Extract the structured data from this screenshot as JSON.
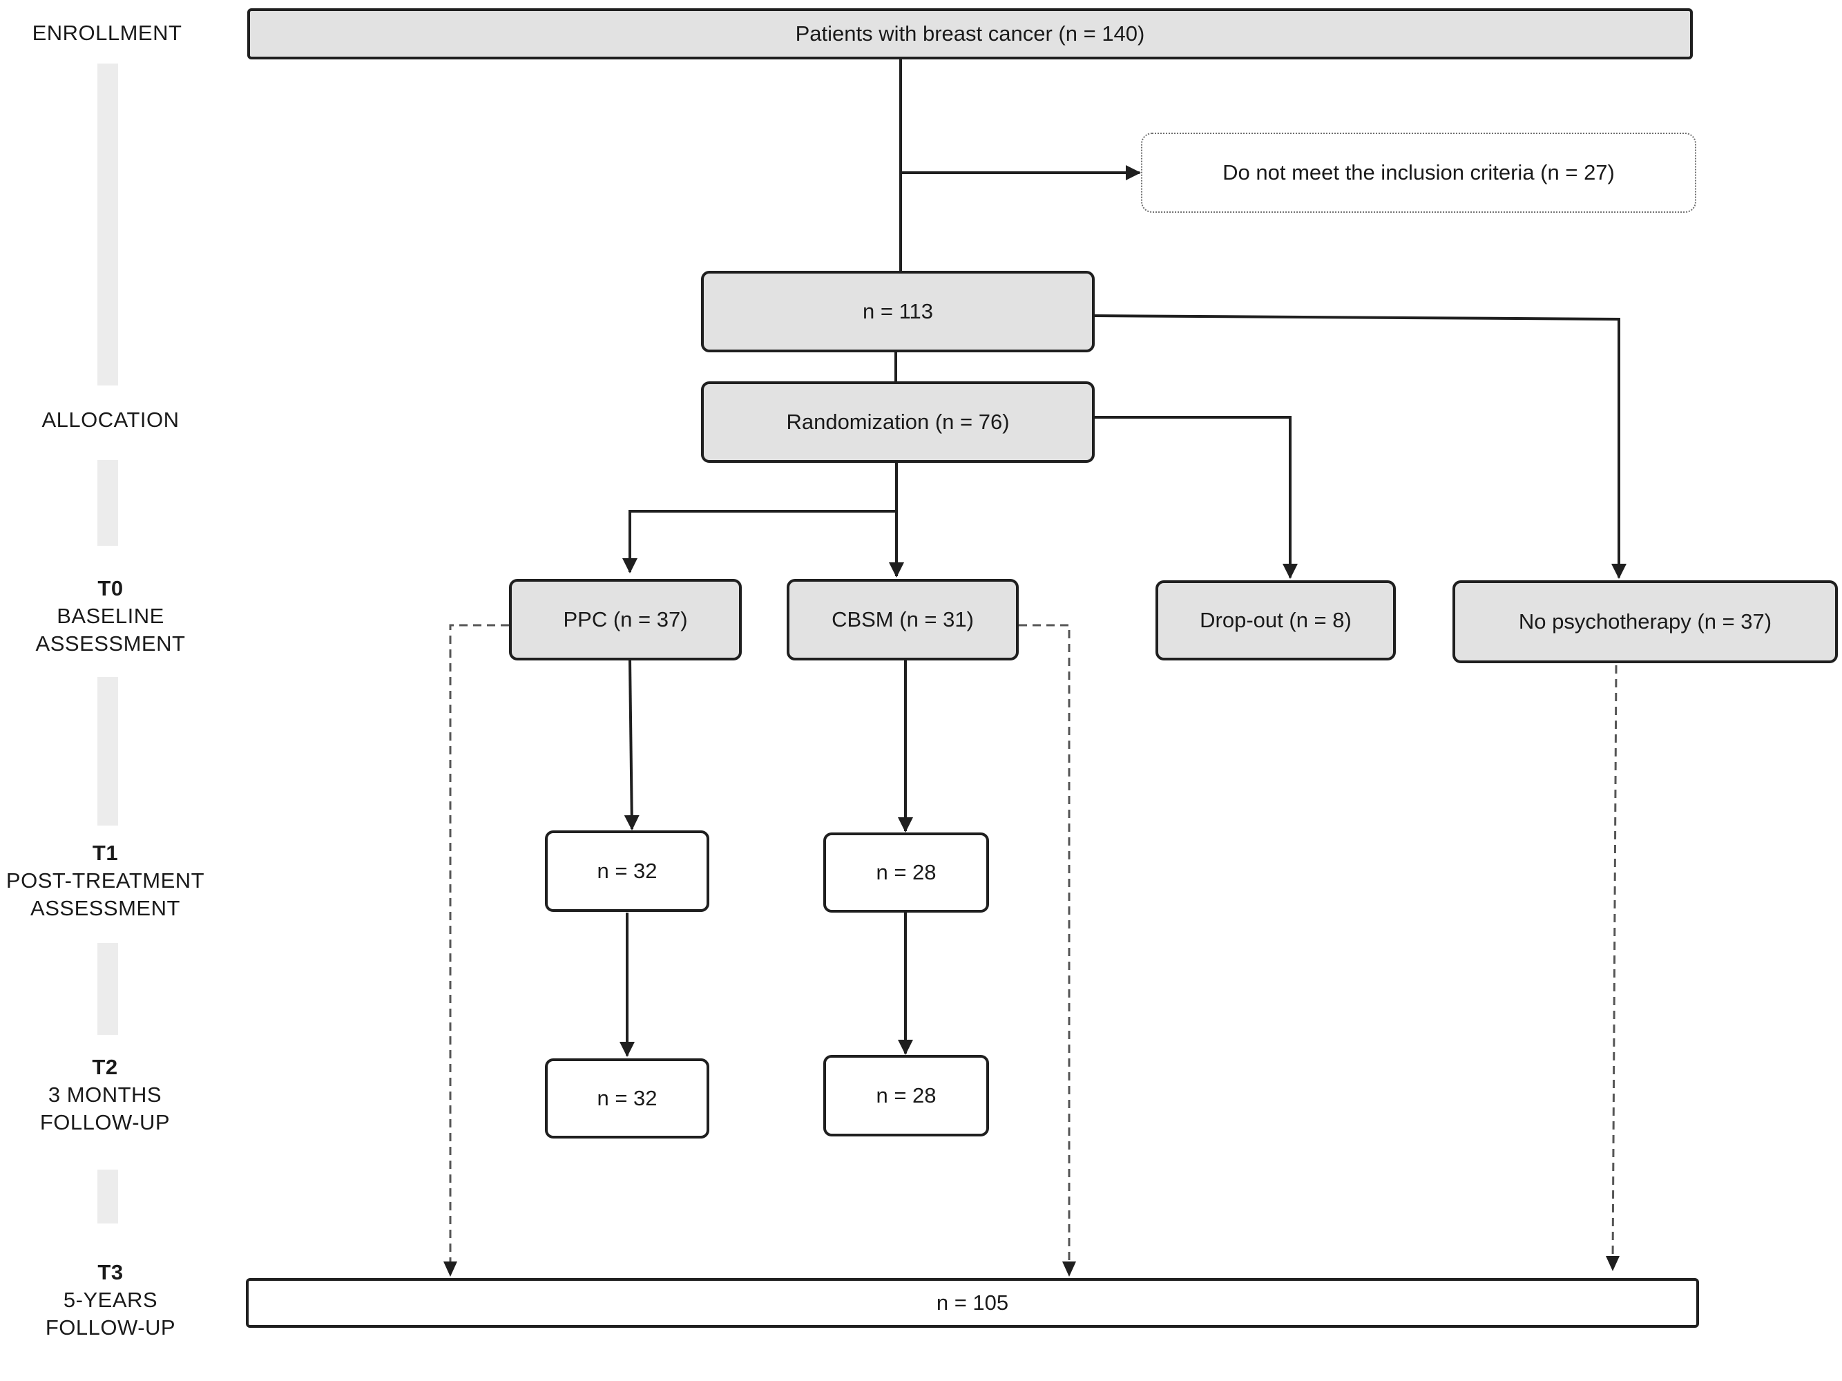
{
  "phases": {
    "enrollment": {
      "lines": [
        "ENROLLMENT"
      ]
    },
    "allocation": {
      "lines": [
        "ALLOCATION"
      ]
    },
    "t0": {
      "code": "T0",
      "lines": [
        "BASELINE",
        "ASSESSMENT"
      ]
    },
    "t1": {
      "code": "T1",
      "lines": [
        "POST-TREATMENT",
        "ASSESSMENT"
      ]
    },
    "t2": {
      "code": "T2",
      "lines": [
        "3 MONTHS",
        "FOLLOW-UP"
      ]
    },
    "t3": {
      "code": "T3",
      "lines": [
        "5-YEARS",
        "FOLLOW-UP"
      ]
    }
  },
  "boxes": {
    "enrolled": "Patients  with breast cancer (n = 140)",
    "excluded": "Do  not meet  the inclusion criteria (n = 27)",
    "eligible": "n = 113",
    "randomization": "Randomization  (n = 76)",
    "ppc": "PPC  (n = 37)",
    "cbsm": "CBSM  (n = 31)",
    "dropout": "Drop-out (n = 8)",
    "no_psychotherapy": "No  psychotherapy  (n = 37)",
    "ppc_t1": "n = 32",
    "cbsm_t1": "n = 28",
    "ppc_t2": "n = 32",
    "cbsm_t2": "n = 28",
    "followup_5y": "n = 105"
  },
  "colors": {
    "box_fill": "#e2e2e2",
    "stroke": "#1f1f1f",
    "sidebar": "#ececec"
  }
}
